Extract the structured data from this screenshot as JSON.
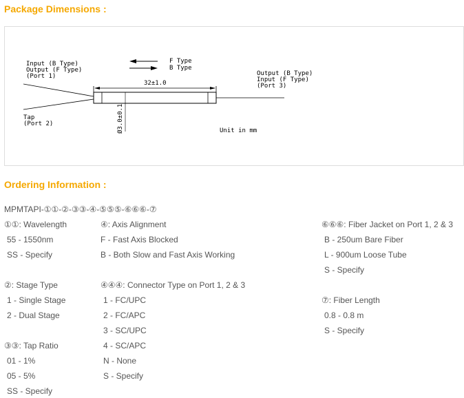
{
  "package": {
    "heading": "Package Dimensions :",
    "diagram": {
      "left_port": [
        "Input (B Type)",
        "Output (F Type)",
        "(Port 1)"
      ],
      "right_port": [
        "Output (B Type)",
        "Input (F Type)",
        "(Port 3)"
      ],
      "tap_port": [
        "Tap",
        "(Port 2)"
      ],
      "legend_f": "F Type",
      "legend_b": "B Type",
      "length": "32±1.0",
      "diameter": "Ø3.0±0.1",
      "unit": "Unit in mm"
    }
  },
  "ordering": {
    "heading": "Ordering Information :",
    "part_number": "MPMTAPI-①①-②-③③-④-⑤⑤⑤-⑥⑥⑥-⑦",
    "col1": [
      {
        "title": "①①: Wavelength",
        "items": [
          "55 - 1550nm",
          "SS - Specify"
        ]
      },
      {
        "title": "②: Stage Type",
        "items": [
          "1 - Single Stage",
          "2 - Dual Stage"
        ]
      },
      {
        "title": "③③: Tap Ratio",
        "items": [
          "01 - 1%",
          "05 - 5%",
          "SS - Specify"
        ]
      }
    ],
    "col2": [
      {
        "title": "④: Axis Alignment",
        "items": [
          "F - Fast Axis Blocked",
          "B - Both Slow and Fast Axis Working"
        ]
      },
      {
        "title": "④④④: Connector Type on Port 1, 2 & 3",
        "items": [
          "1 - FC/UPC",
          "2 - FC/APC",
          "3 - SC/UPC",
          "4 - SC/APC",
          "N - None",
          "S - Specify"
        ]
      }
    ],
    "col3": [
      {
        "title": "⑥⑥⑥: Fiber Jacket on Port 1, 2 & 3",
        "items": [
          "B - 250um Bare Fiber",
          "L - 900um Loose Tube",
          "S - Specify"
        ]
      },
      {
        "title": "⑦: Fiber Length",
        "items": [
          "0.8 - 0.8 m",
          "S - Specify"
        ]
      }
    ]
  }
}
